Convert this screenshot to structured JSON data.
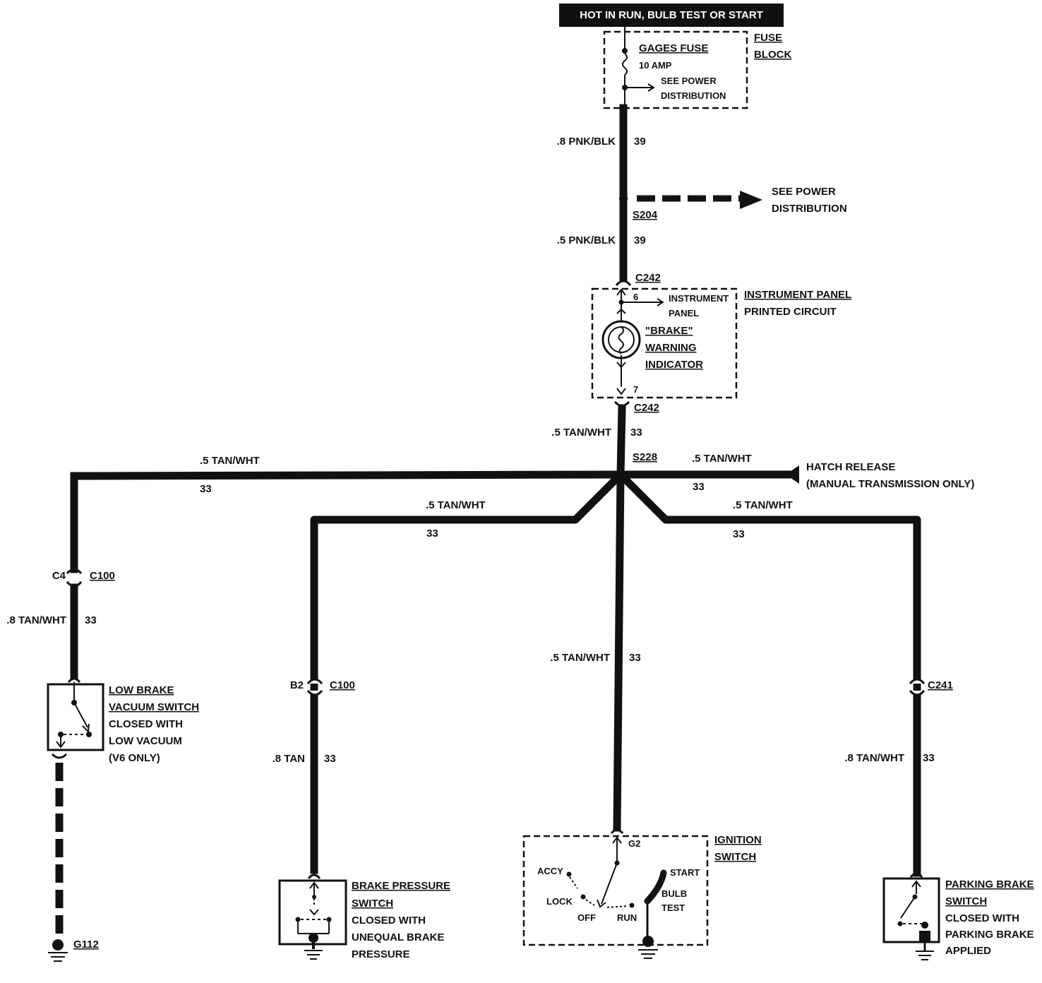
{
  "header": {
    "power_source": "HOT IN RUN, BULB TEST OR START"
  },
  "fuse_block": {
    "fuse_name": "GAGES FUSE",
    "rating": "10 AMP",
    "see_line1": "SEE POWER",
    "see_line2": "DISTRIBUTION",
    "block_line1": "FUSE",
    "block_line2": "BLOCK"
  },
  "wires": {
    "w1_gauge": ".8 PNK/BLK",
    "w1_circuit": "39",
    "w2_gauge": ".5 PNK/BLK",
    "w2_circuit": "39",
    "w3_gauge": ".5 TAN/WHT",
    "w3_circuit": "33",
    "left_gauge": ".5 TAN/WHT",
    "left_circuit": "33",
    "hatch_gauge": ".5 TAN/WHT",
    "hatch_circuit": "33",
    "midleft_gauge": ".5 TAN/WHT",
    "midleft_circuit": "33",
    "midright_gauge": ".5 TAN/WHT",
    "midright_circuit": "33",
    "lowvac_gauge": ".8 TAN/WHT",
    "lowvac_circuit": "33",
    "press_gauge": ".8 TAN",
    "press_circuit": "33",
    "ign_gauge": ".5 TAN/WHT",
    "ign_circuit": "33",
    "park_gauge": ".8 TAN/WHT",
    "park_circuit": "33"
  },
  "splices": {
    "s204": "S204",
    "s228": "S228"
  },
  "power_dist": {
    "line1": "SEE POWER",
    "line2": "DISTRIBUTION"
  },
  "connectors": {
    "c242_top": "C242",
    "c242_bottom": "C242",
    "pin6": "6",
    "pin7": "7",
    "c4": "C4",
    "c100_a": "C100",
    "b2": "B2",
    "c100_b": "C100",
    "c241": "C241",
    "g2": "G2"
  },
  "instrument_panel": {
    "title1": "INSTRUMENT PANEL",
    "title2": "PRINTED CIRCUIT",
    "ref1": "INSTRUMENT",
    "ref2": "PANEL",
    "ind1": "\"BRAKE\"",
    "ind2": "WARNING",
    "ind3": "INDICATOR"
  },
  "hatch": {
    "line1": "HATCH RELEASE",
    "line2": "(MANUAL TRANSMISSION ONLY)"
  },
  "low_vacuum": {
    "line1": "LOW BRAKE",
    "line2": "VACUUM SWITCH",
    "line3": "CLOSED WITH",
    "line4": "LOW VACUUM",
    "line5": "(V6 ONLY)"
  },
  "brake_pressure": {
    "line1": "BRAKE PRESSURE",
    "line2": "SWITCH",
    "line3": "CLOSED WITH",
    "line4": "UNEQUAL BRAKE",
    "line5": "PRESSURE"
  },
  "ignition": {
    "line1": "IGNITION",
    "line2": "SWITCH",
    "accy": "ACCY",
    "lock": "LOCK",
    "off": "OFF",
    "run": "RUN",
    "start": "START",
    "bulb": "BULB",
    "test": "TEST"
  },
  "parking": {
    "line1": "PARKING BRAKE",
    "line2": "SWITCH",
    "line3": "CLOSED WITH",
    "line4": "PARKING BRAKE",
    "line5": "APPLIED"
  },
  "grounds": {
    "g112": "G112"
  }
}
